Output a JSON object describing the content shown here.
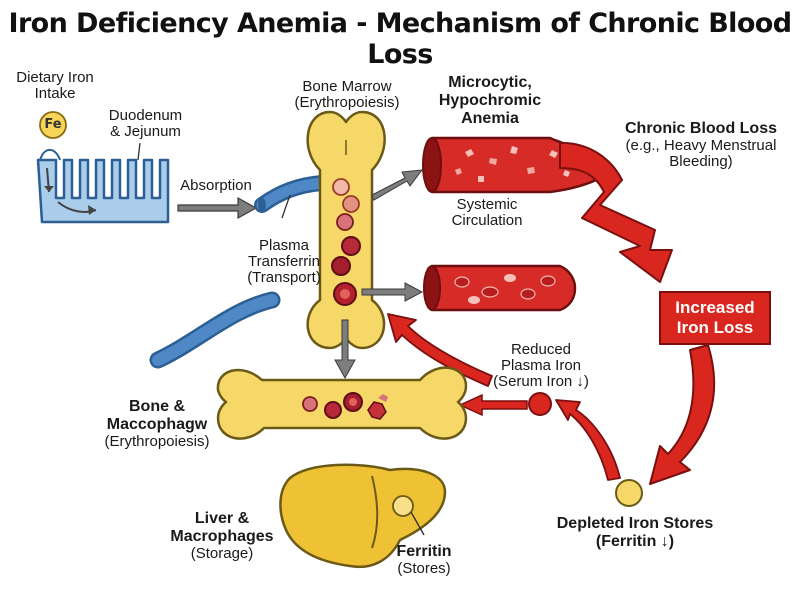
{
  "title": "Iron Deficiency Anemia - Mechanism of Chronic Blood Loss",
  "labels": {
    "dietary_iron": [
      "Dietary Iron",
      "Intake"
    ],
    "fe": "Fe",
    "duodenum": [
      "Duodenum",
      "& Jejunum"
    ],
    "absorption": "Absorption",
    "plasma_transferrin": [
      "Plasma",
      "Transferrin",
      "(Transport)"
    ],
    "bone_marrow": [
      "Bone Marrow",
      "(Erythropoiesis)"
    ],
    "anemia": [
      "Microcytic,",
      "Hypochromic",
      "Anemia"
    ],
    "systemic_circulation": [
      "Systemic",
      "Circulation"
    ],
    "chronic_blood_loss_title": "Chronic Blood Loss",
    "chronic_blood_loss_detail": [
      "(e.g., Heavy Menstrual",
      "Bleeding)"
    ],
    "increased_iron_loss": [
      "Increased",
      "Iron Loss"
    ],
    "reduced_plasma_iron": [
      "Reduced",
      "Plasma Iron",
      "(Serum Iron ↓)"
    ],
    "bone_macrophage_title": [
      "Bone &",
      "Maccophagw"
    ],
    "bone_macrophage_sub": "(Erythropoiesis)",
    "liver_title": [
      "Liver &",
      "Macrophages"
    ],
    "liver_sub": "(Storage)",
    "ferritin_title": "Ferritin",
    "ferritin_sub": "(Stores)",
    "depleted_title": "Depleted Iron Stores",
    "depleted_sub": "(Ferritin ↓)"
  },
  "colors": {
    "bone": "#f6d868",
    "vessel_red": "#d62b26",
    "loss_arrow": "#d9271f",
    "vein_blue": "#4f88c6",
    "gut_blue": "#a9cdea",
    "liver": "#efc235",
    "gray_arrow": "#6f6f6f"
  }
}
